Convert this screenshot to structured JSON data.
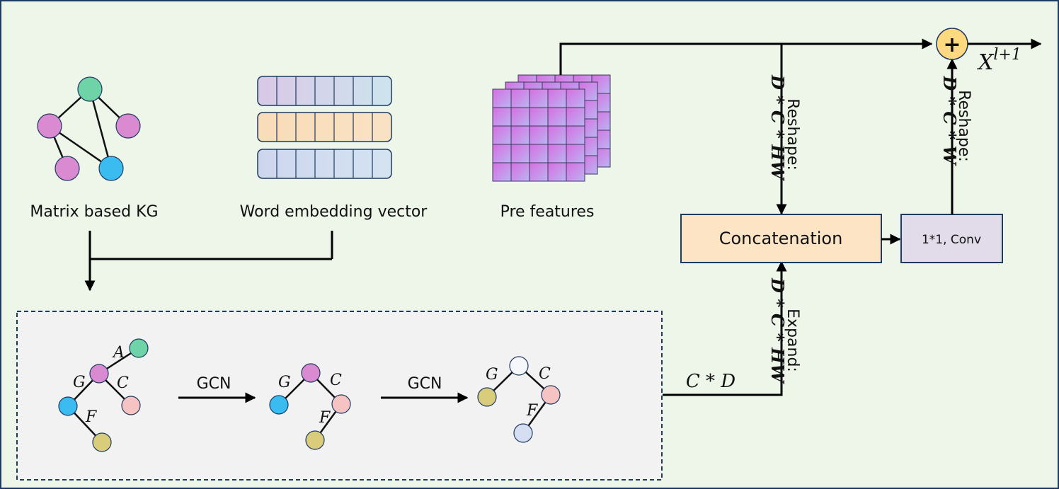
{
  "labels": {
    "kg": "Matrix based KG",
    "word": "Word embedding vector",
    "pre": "Pre features",
    "concat": "Concatenation",
    "conv": "1*1, Conv",
    "gcn1": "GCN",
    "gcn2": "GCN",
    "cd": "C * D",
    "reshape1_word": "Reshape:",
    "reshape1_dim": "D * C * HW",
    "reshape2_word": "Reshape:",
    "reshape2_dim": "D * C * W",
    "expand_word": "Expand:",
    "expand_dim": "D * C * HW",
    "plus": "+",
    "output_base": "X",
    "output_sup": "l+1"
  },
  "graph_labels": {
    "g1_A": "A",
    "g1_G": "G",
    "g1_C": "C",
    "g1_F": "F",
    "g2_G": "G",
    "g2_C": "C",
    "g2_F": "F",
    "g3_G": "G",
    "g3_C": "C",
    "g3_F": "F"
  },
  "colors": {
    "background": "#eef6ea",
    "border": "#1f3a5f",
    "gcn_panel": "#f2f2f2",
    "concat_fill": "#fce4c4",
    "conv_fill": "#e2dcea",
    "plus_fill": "#ffd980",
    "node_green": "#6ed3a6",
    "node_pink": "#d98ad1",
    "node_blue": "#3bbcf0",
    "node_salmon": "#f6c3c3",
    "node_olive": "#d9cc7a",
    "node_white": "#f5f7fb",
    "node_lightblue": "#d6def2",
    "feature_magenta": "#d66ee0",
    "feature_lavender": "#b8b0f0"
  }
}
